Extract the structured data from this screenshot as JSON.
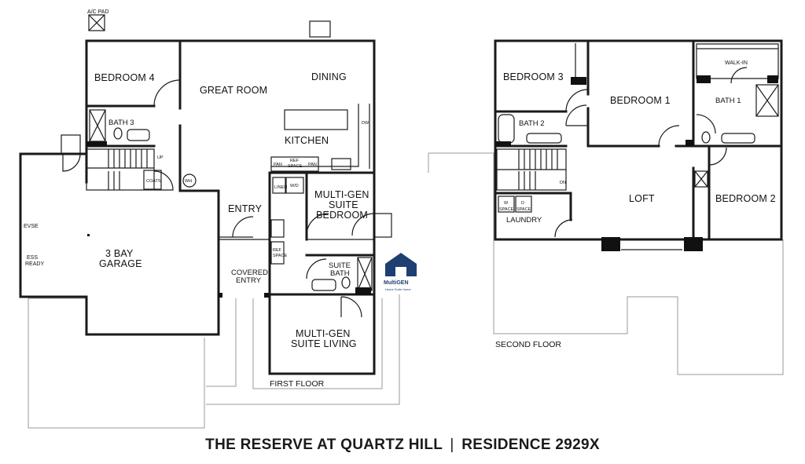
{
  "title": {
    "community": "THE RESERVE AT QUARTZ HILL",
    "separator": "|",
    "residence": "RESIDENCE 2929X"
  },
  "first_floor": {
    "label": "FIRST FLOOR",
    "rooms": {
      "bedroom4": "BEDROOM 4",
      "great_room": "GREAT ROOM",
      "dining": "DINING",
      "bath3": "BATH 3",
      "kitchen": "KITCHEN",
      "entry": "ENTRY",
      "garage_line1": "3 BAY",
      "garage_line2": "GARAGE",
      "multigen_bed_1": "MULTI-GEN",
      "multigen_bed_2": "SUITE",
      "multigen_bed_3": "BEDROOM",
      "covered_entry_1": "COVERED",
      "covered_entry_2": "ENTRY",
      "suite_bath_1": "SUITE",
      "suite_bath_2": "BATH",
      "multigen_living_1": "MULTI-GEN",
      "multigen_living_2": "SUITE LIVING"
    },
    "small_labels": {
      "ac_pad": "A/C PAD",
      "up": "UP",
      "coats": "COATS",
      "wh": "WH",
      "evse": "EVSE",
      "ess_1": "ESS",
      "ess_2": "READY",
      "pan1": "PAN",
      "ref_space_1": "REF",
      "ref_space_2": "SPACE",
      "pan2": "PAN",
      "dw": "DW",
      "linen": "LINEN",
      "wd": "W/D",
      "ref_space2_1": "REF",
      "ref_space2_2": "SPACE"
    },
    "badge": {
      "name": "MultiGEN",
      "tagline": "Home Suite Home",
      "color": "#1f3f72"
    }
  },
  "second_floor": {
    "label": "SECOND FLOOR",
    "rooms": {
      "bedroom3": "BEDROOM 3",
      "bedroom1": "BEDROOM 1",
      "walk_in": "WALK-IN",
      "bath1": "BATH 1",
      "bath2": "BATH 2",
      "loft": "LOFT",
      "bedroom2": "BEDROOM 2",
      "laundry": "LAUNDRY"
    },
    "small_labels": {
      "dn": "DN",
      "w_space_1": "W",
      "w_space_2": "SPACE",
      "d_space_1": "D",
      "d_space_2": "SPACE"
    }
  }
}
